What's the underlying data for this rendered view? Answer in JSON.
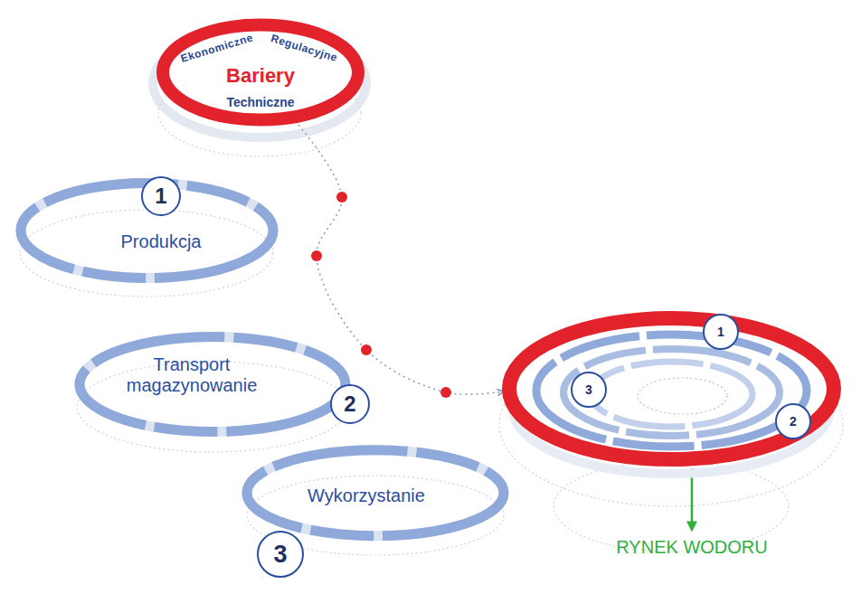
{
  "diagram": {
    "nodes": [
      {
        "text": [
          "Ekonomiczne",
          "Regulacyjne",
          "Bariery",
          "Techniczne"
        ]
      },
      {
        "text": [
          "1",
          "Produkcja"
        ]
      },
      {
        "text": [
          "Transport magazynowanie",
          "2"
        ]
      },
      {
        "text": [
          "Wykorzystanie",
          "3"
        ]
      },
      {
        "text": []
      },
      {
        "text": [
          "1"
        ],
        "in": 4
      },
      {
        "text": [
          "3"
        ],
        "in": 4
      },
      {
        "text": [
          "2"
        ],
        "in": 4
      },
      {
        "text": [
          "RYNEK WODORU"
        ]
      }
    ],
    "edges": [
      {
        "from": 0,
        "to": 4,
        "arrow": "to"
      },
      {
        "from": 4,
        "to": 8,
        "arrow": "to"
      }
    ]
  }
}
